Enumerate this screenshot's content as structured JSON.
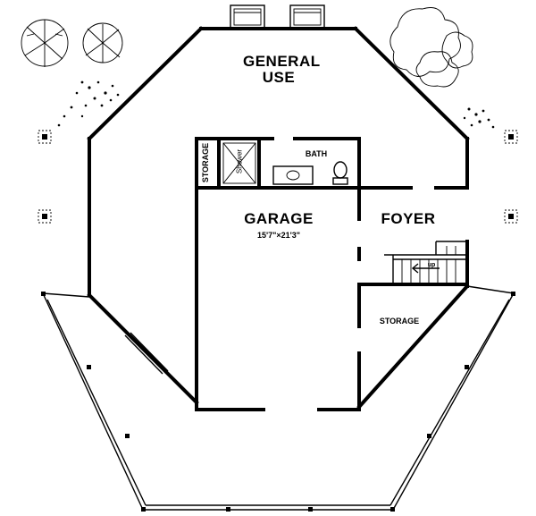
{
  "rooms": {
    "general_use": {
      "line1": "GENERAL",
      "line2": "USE"
    },
    "garage": {
      "name": "GARAGE",
      "dimensions": "15'7\"×21'3\""
    },
    "foyer": {
      "name": "FOYER"
    },
    "bath": {
      "name": "BATH"
    },
    "storage_small": {
      "name": "STORAGE"
    },
    "storage_large": {
      "name": "STORAGE"
    },
    "shower": {
      "name": "Shower"
    },
    "stairs": {
      "direction": "up"
    }
  },
  "icons": [
    "tree-icon",
    "shrub-icon",
    "post-icon",
    "toilet-icon",
    "sink-icon",
    "stair-arrow-icon"
  ]
}
